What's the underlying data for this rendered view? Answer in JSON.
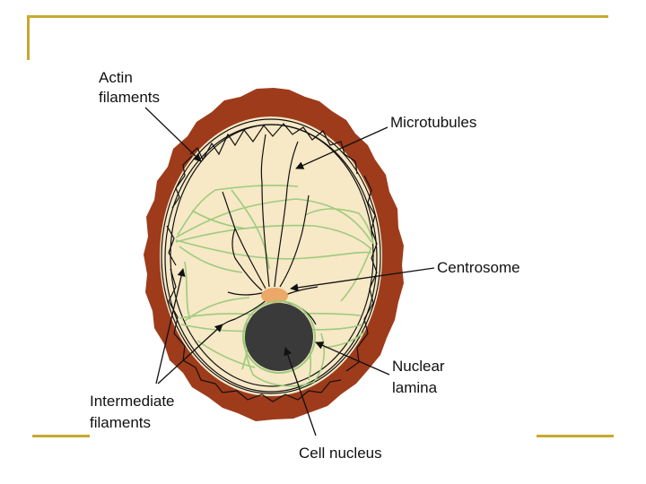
{
  "labels": {
    "actin": [
      "Actin",
      "filaments"
    ],
    "microtubules": "Microtubules",
    "centrosome": "Centrosome",
    "nuclear_lamina": [
      "Nuclear",
      "lamina"
    ],
    "intermediate": [
      "Intermediate",
      "filaments"
    ],
    "nucleus": "Cell nucleus"
  },
  "colors": {
    "frame": "#c8a82e",
    "membrane": "#9e3b1b",
    "cytoplasm": "#f7e8c6",
    "intermediate_filaments": "#9ccc7c",
    "centrosome": "#eba868",
    "nucleus": "#3a3a3a",
    "fibers": "#111111"
  }
}
